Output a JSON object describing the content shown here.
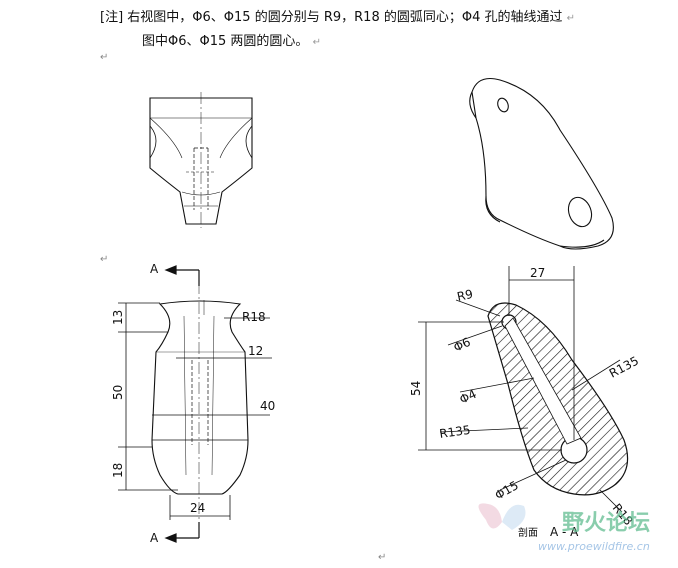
{
  "note": {
    "prefix": "[注]",
    "line1": "右视图中，Φ6、Φ15 的圆分别与 R9，R18 的圆弧同心；Φ4 孔的轴线通过",
    "line2": "图中Φ6、Φ15 两圆的圆心。"
  },
  "drawing": {
    "front_view": {
      "section_label_top": "A",
      "section_label_bottom": "A",
      "dims": {
        "d13": "13",
        "d50": "50",
        "d18": "18",
        "r18": "R18",
        "d12": "12",
        "d40": "40",
        "d24": "24"
      }
    },
    "section_view": {
      "dims": {
        "d27": "27",
        "r9": "R9",
        "phi6": "Φ6",
        "phi4": "Φ4",
        "d54": "54",
        "r135_right": "R135",
        "r135_left": "R135",
        "phi15": "Φ15",
        "r18": "R18"
      },
      "caption_prefix": "剖面",
      "caption": "A - A"
    }
  },
  "watermark": {
    "text": "野火论坛",
    "url": "www.proewildfire.cn"
  }
}
